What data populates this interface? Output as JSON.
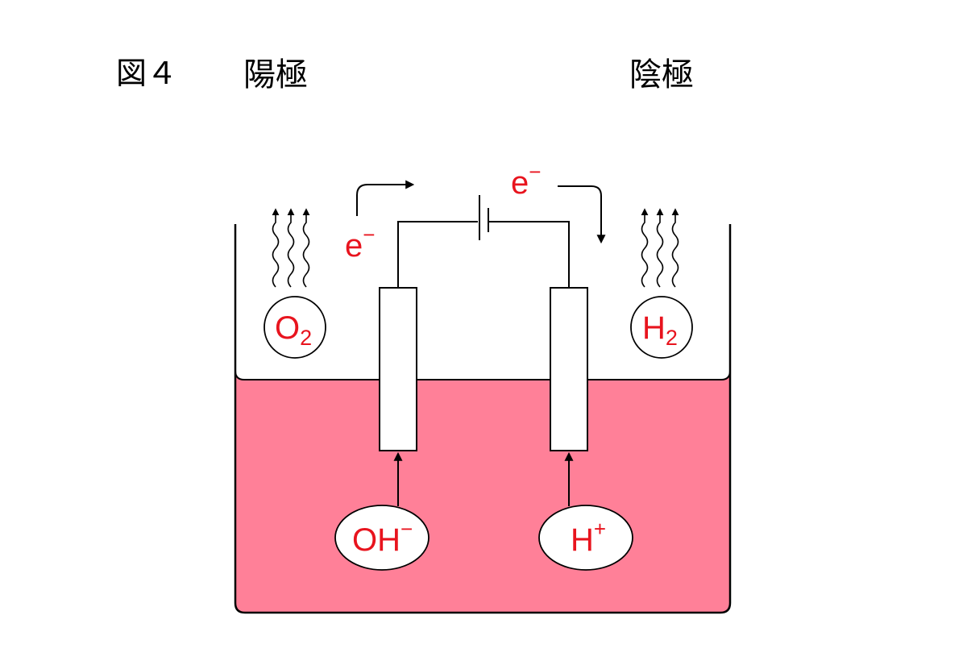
{
  "headings": {
    "figure_label": "図４",
    "anode_label": "陽極",
    "cathode_label": "陰極"
  },
  "electrons": {
    "left_label": "e",
    "right_label": "e",
    "charge": "−"
  },
  "gases": {
    "oxygen": {
      "base": "O",
      "subscript": "2"
    },
    "hydrogen": {
      "base": "H",
      "subscript": "2"
    }
  },
  "ions": {
    "hydroxide": {
      "base": "OH",
      "charge": "−"
    },
    "hydrogen": {
      "base": "H",
      "charge": "+"
    }
  },
  "colors": {
    "electrolyte": "#ff8098",
    "accent_text": "#e8141e",
    "line": "#000000",
    "background": "#ffffff"
  }
}
